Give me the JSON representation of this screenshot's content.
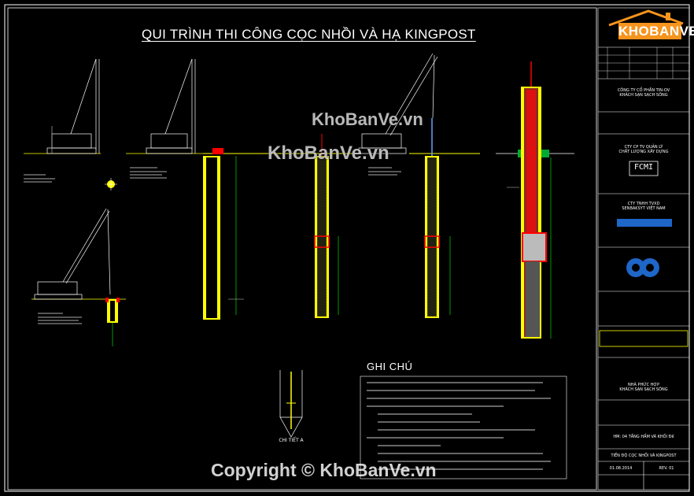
{
  "drawing": {
    "title": "QUI TRÌNH THI CÔNG CỌC NHỒI VÀ HẠ KINGPOST",
    "notes_heading": "GHI CHÚ",
    "detail_label": "CHI TIẾT A",
    "watermark_text": "KhoBanVe.vn",
    "copyright_text": "Copyright © KhoBanVe.vn"
  },
  "title_block": {
    "logo_text": "KHOBANVE",
    "company": "CÔNG TY CỔ PHẦN TIN-OV",
    "company_sub": "KHÁCH SẠN SẠCH SÔNG",
    "consultant": "CTY CP TV QUẢN LÝ",
    "consultant_sub": "CHẤT LƯỢNG XÂY DỰNG",
    "consultant_logo": "FCMI",
    "contractor": "CTY TNHH TVXD",
    "contractor_sub": "SENBAKSYT VIỆT NAM",
    "project": "NHÀ PHỨC HỢP",
    "project_sub": "KHÁCH SẠN SẠCH SÔNG",
    "item": "HM: 04 TẦNG HẦM VÀ KHỐI Đế",
    "sheet_name": "TIẾN ĐỘ CỌC NHỒI VÀ KINGPOST",
    "date": "01.08.2014",
    "rev": "REV. 01"
  },
  "colors": {
    "background": "#000000",
    "frame": "#ffffff",
    "pile": "#ffff00",
    "rebar": "#ff0000",
    "dimension": "#00ff00",
    "accent_blue": "#1e66c8",
    "logo_orange": "#f7941d"
  }
}
